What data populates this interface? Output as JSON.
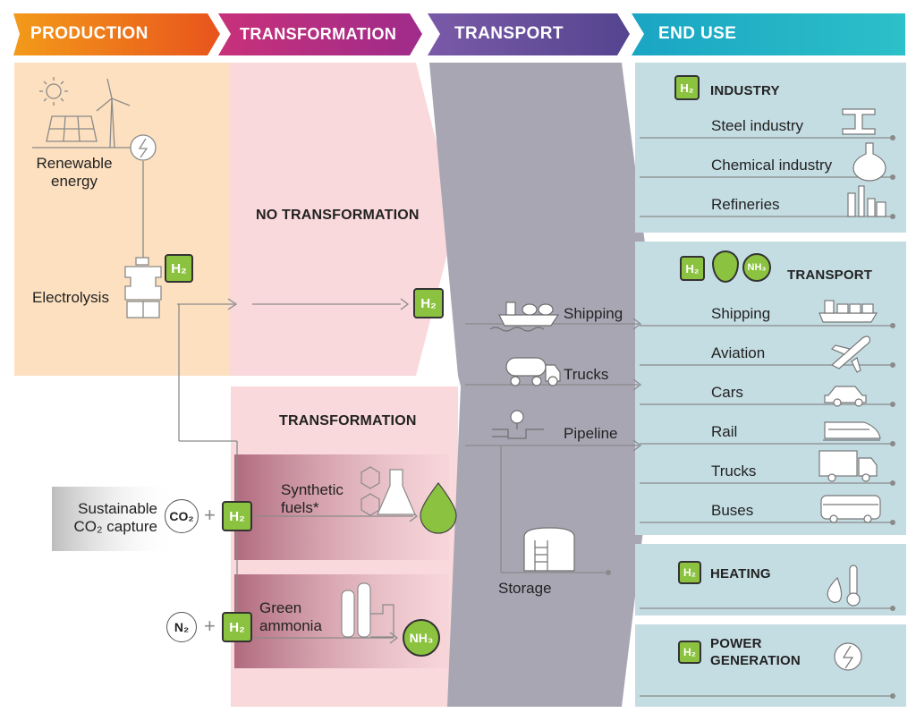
{
  "headers": {
    "production": "PRODUCTION",
    "transformation": "TRANSFORMATION",
    "transport": "TRANSPORT",
    "end_use": "END USE"
  },
  "colors": {
    "production": "#f07d12",
    "transformation": "#c2306e",
    "transport": "#6a4e9e",
    "end_use": "#1aa3c0",
    "h2_green": "#8bc23f",
    "production_bg": "#fde0bf",
    "transformation_bg": "#f9d9dc",
    "transport_bg": "#a9a6b4",
    "end_use_bg": "#c4dde3"
  },
  "production": {
    "renewable": "Renewable\nenergy",
    "electrolysis": "Electrolysis",
    "sustainable_capture_line1": "Sustainable",
    "sustainable_capture_line2": "CO₂ capture"
  },
  "chemicals": {
    "h2": "H₂",
    "co2": "CO₂",
    "n2": "N₂",
    "nh3": "NH₃"
  },
  "transformation": {
    "no_transformation": "NO TRANSFORMATION",
    "transformation": "TRANSFORMATION",
    "synthetic_fuels": "Synthetic\nfuels*",
    "green_ammonia": "Green\nammonia"
  },
  "transport": {
    "shipping": "Shipping",
    "trucks": "Trucks",
    "pipeline": "Pipeline",
    "storage": "Storage"
  },
  "end_use": {
    "industry_title": "INDUSTRY",
    "industry_items": [
      "Steel industry",
      "Chemical industry",
      "Refineries"
    ],
    "transport_title": "TRANSPORT",
    "transport_items": [
      "Shipping",
      "Aviation",
      "Cars",
      "Rail",
      "Trucks",
      "Buses"
    ],
    "heating_title": "HEATING",
    "power_title_line1": "POWER",
    "power_title_line2": "GENERATION"
  }
}
